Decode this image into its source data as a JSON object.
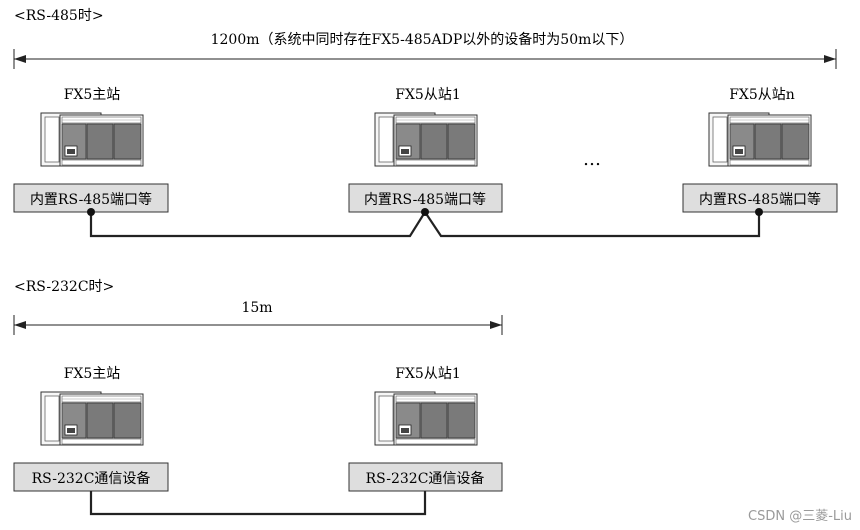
{
  "rs485": {
    "title": "<RS-485时>",
    "distance": "1200m（系统中同时存在FX5-485ADP以外的设备时为50m以下）",
    "stations": [
      {
        "name": "FX5主站",
        "port": "内置RS-485端口等"
      },
      {
        "name": "FX5从站1",
        "port": "内置RS-485端口等"
      },
      {
        "name": "FX5从站n",
        "port": "内置RS-485端口等"
      }
    ],
    "ellipsis": "…"
  },
  "rs232c": {
    "title": "<RS-232C时>",
    "distance": "15m",
    "stations": [
      {
        "name": "FX5主站",
        "port": "RS-232C通信设备"
      },
      {
        "name": "FX5从站1",
        "port": "RS-232C通信设备"
      }
    ]
  },
  "watermark": "CSDN @三菱-Liu",
  "colors": {
    "port_fill": "#dedede",
    "module_dark": "#7a7a7a",
    "module_light": "#f4f4f4",
    "line": "#222222"
  }
}
